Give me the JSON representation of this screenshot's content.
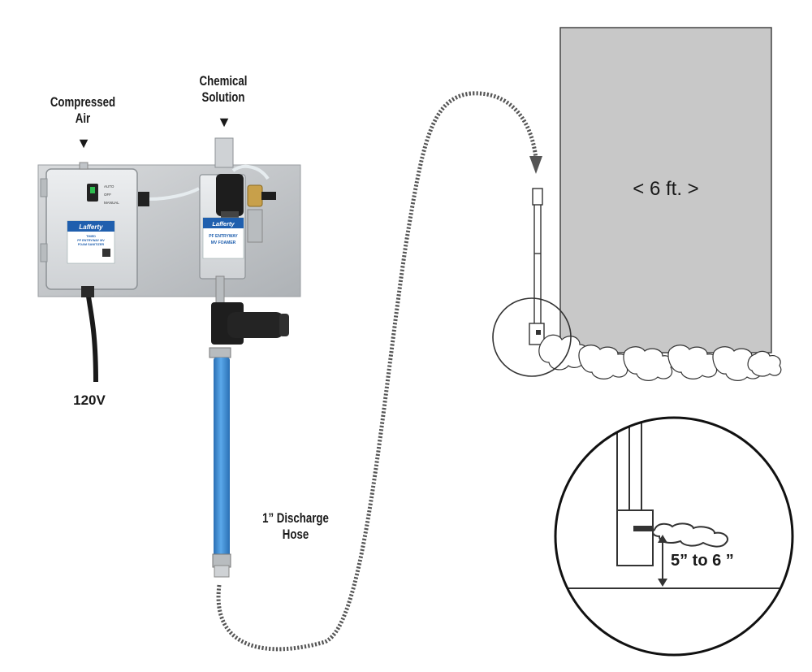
{
  "labels": {
    "compressed_air": [
      "Compressed",
      "Air"
    ],
    "chemical_solution": [
      "Chemical",
      "Solution"
    ],
    "voltage": "120V",
    "discharge_hose": [
      "1” Discharge",
      "Hose"
    ],
    "width_label": "< 6 ft. >",
    "height_label": "5” to 6 ”",
    "arrow_glyph": "▼"
  },
  "box_labels": {
    "brand": "Lafferty",
    "timer_text": [
      "TIMED",
      "PF ENTRYWAY MV",
      "FOAM SANITIZER"
    ],
    "foamer_text": [
      "PF ENTRYWAY",
      "MV FOAMER"
    ],
    "switch_labels": [
      "AUTO",
      "OFF",
      "MANUAL"
    ]
  },
  "colors": {
    "panel": "#c9cbcd",
    "box": "#dcdfe1",
    "hose": "#3b8ed6",
    "brand": "#1f5fae",
    "door": "#c8c8c8",
    "foam_outline": "#333333",
    "dotted_hose": "#555555"
  }
}
